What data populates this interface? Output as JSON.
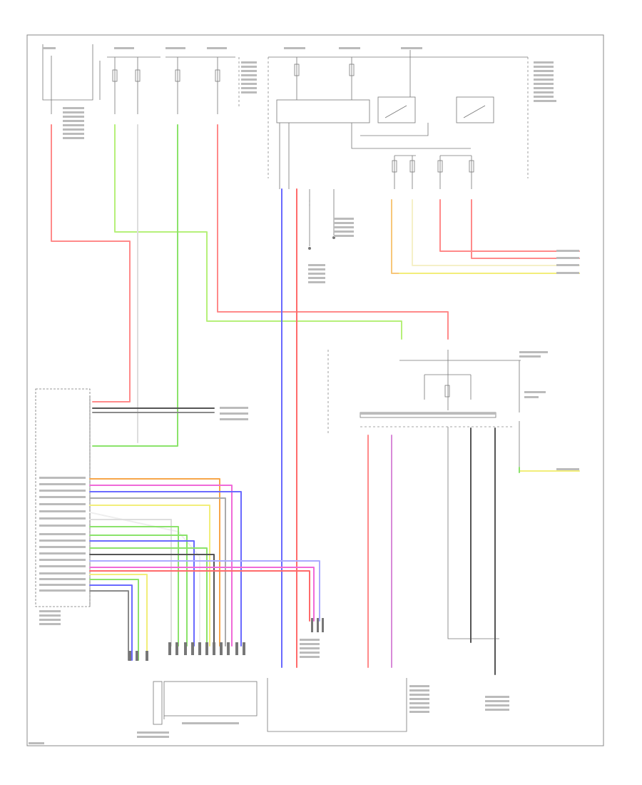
{
  "diagram": {
    "page_ref": "",
    "colors": {
      "red": "#ff6b6b",
      "green": "#8be36b",
      "lime": "#b6f07a",
      "blue": "#6a6aff",
      "pink": "#f06ad8",
      "orange": "#f7a64a",
      "yellow": "#f2ee7a",
      "purple": "#c07bd8",
      "darkgray": "#555555",
      "gray": "#8a8a8a",
      "black": "#444444",
      "cream": "#f5f0c8"
    },
    "components": [
      {
        "id": "body-control-module",
        "label": ""
      },
      {
        "id": "combination-switch",
        "label": ""
      },
      {
        "id": "remote-keyless-receiver",
        "label": ""
      },
      {
        "id": "wiper-washer-control-unit",
        "label": ""
      },
      {
        "id": "ipdm-relay",
        "label": ""
      }
    ]
  }
}
